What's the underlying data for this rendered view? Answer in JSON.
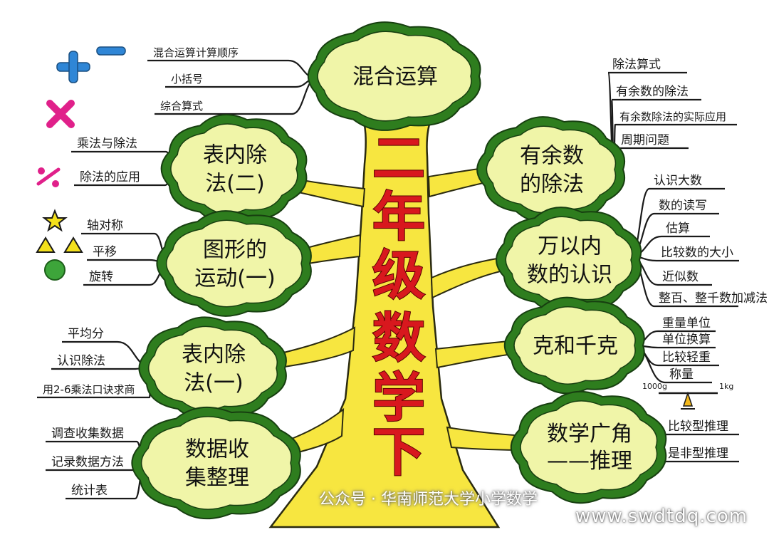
{
  "title_chars": [
    "二",
    "年",
    "级",
    "数",
    "学",
    "下"
  ],
  "topics": [
    {
      "id": "mixed",
      "title_lines": [
        "混合运算"
      ],
      "items": [
        "混合运算计算顺序",
        "小括号",
        "综合算式"
      ]
    },
    {
      "id": "div2",
      "title_lines": [
        "表内除",
        "法(二)"
      ],
      "items": [
        "乘法与除法",
        "除法的应用"
      ]
    },
    {
      "id": "motion",
      "title_lines": [
        "图形的",
        "运动(一)"
      ],
      "items": [
        "轴对称",
        "平移",
        "旋转"
      ]
    },
    {
      "id": "div1",
      "title_lines": [
        "表内除",
        "法(一)"
      ],
      "items": [
        "平均分",
        "认识除法",
        "用2-6乘法口诀求商"
      ]
    },
    {
      "id": "data",
      "title_lines": [
        "数据收",
        "集整理"
      ],
      "items": [
        "调查收集数据",
        "记录数据方法",
        "统计表"
      ]
    },
    {
      "id": "remainder",
      "title_lines": [
        "有余数",
        "的除法"
      ],
      "items": [
        "除法算式",
        "有余数的除法",
        "有余数除法的实际应用",
        "周期问题"
      ]
    },
    {
      "id": "wan",
      "title_lines": [
        "万以内",
        "数的认识"
      ],
      "items": [
        "认识大数",
        "数的读写",
        "估算",
        "比较数的大小",
        "近似数",
        "整百、整千数加减法"
      ]
    },
    {
      "id": "gram",
      "title_lines": [
        "克和千克"
      ],
      "items": [
        "重量单位",
        "单位换算",
        "比较轻重",
        "称量"
      ]
    },
    {
      "id": "reason",
      "title_lines": [
        "数学广角",
        "——推理"
      ],
      "items": [
        "比较型推理",
        "是非型推理"
      ]
    }
  ],
  "scale_labels": {
    "left": "1000g",
    "right": "1kg"
  },
  "watermarks": {
    "wechat": "公众号 · 华南师范大学小学数学",
    "site": "www.swdtdq.com"
  },
  "colors": {
    "trunk": "#f7e640",
    "trunk_outline": "#2a2a10",
    "cloud_fill": "#f0f5a8",
    "cloud_outline": "#2e7d1e",
    "title_red": "#d8181e",
    "plus_blue": "#2f86d6",
    "times_pink": "#e0208a"
  }
}
